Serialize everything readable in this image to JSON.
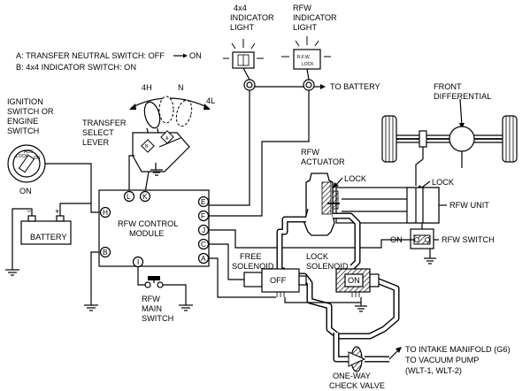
{
  "notes": {
    "a": "A: TRANSFER NEUTRAL SWITCH: OFF",
    "a_on": "ON",
    "b": "B: 4x4 INDICATOR SWITCH: ON"
  },
  "indicator_4x4": {
    "line1": "4x4",
    "line2": "INDICATOR",
    "line3": "LIGHT"
  },
  "indicator_rfw": {
    "line1": "RFW",
    "line2": "INDICATOR",
    "line3": "LIGHT",
    "lamp_line1": "R.F.W.",
    "lamp_line2": "LOCK"
  },
  "to_battery": "TO BATTERY",
  "ignition": {
    "line1": "IGNITION",
    "line2": "SWITCH OR",
    "line3": "ENGINE",
    "line4": "SWITCH",
    "state": "ON"
  },
  "lever": {
    "line1": "TRANSFER",
    "line2": "SELECT",
    "line3": "LEVER",
    "pos_4h": "4H",
    "pos_n": "N",
    "pos_4l": "4L",
    "marker_a": "A",
    "marker_b": "B"
  },
  "battery": {
    "label": "BATTERY",
    "neg": "−",
    "pos": "+"
  },
  "control_module": {
    "line1": "RFW CONTROL",
    "line2": "MODULE"
  },
  "pins": {
    "L": "L",
    "K": "K",
    "E": "E",
    "F": "F",
    "H": "H",
    "J": "J",
    "C": "C",
    "B": "B",
    "I": "I",
    "A": "A"
  },
  "main_switch": {
    "line1": "RFW",
    "line2": "MAIN",
    "line3": "SWITCH"
  },
  "front_differential": {
    "line1": "FRONT",
    "line2": "DIFFERENTIAL"
  },
  "actuator": {
    "line1": "RFW",
    "line2": "ACTUATOR",
    "lock": "LOCK"
  },
  "rfw_unit": {
    "lock": "LOCK",
    "label": "RFW UNIT"
  },
  "rfw_switch": {
    "state": "ON",
    "label": "RFW SWITCH"
  },
  "free_solenoid": {
    "line1": "FREE",
    "line2": "SOLENOID",
    "state": "OFF"
  },
  "lock_solenoid": {
    "line1": "LOCK",
    "line2": "SOLENOID",
    "state": "ON"
  },
  "vacuum": {
    "line1": "TO INTAKE MANIFOLD (G6)",
    "line2": "TO VACUUM PUMP",
    "line3": "(WLT-1, WLT-2)"
  },
  "check_valve": {
    "line1": "ONE-WAY",
    "line2": "CHECK VALVE"
  }
}
